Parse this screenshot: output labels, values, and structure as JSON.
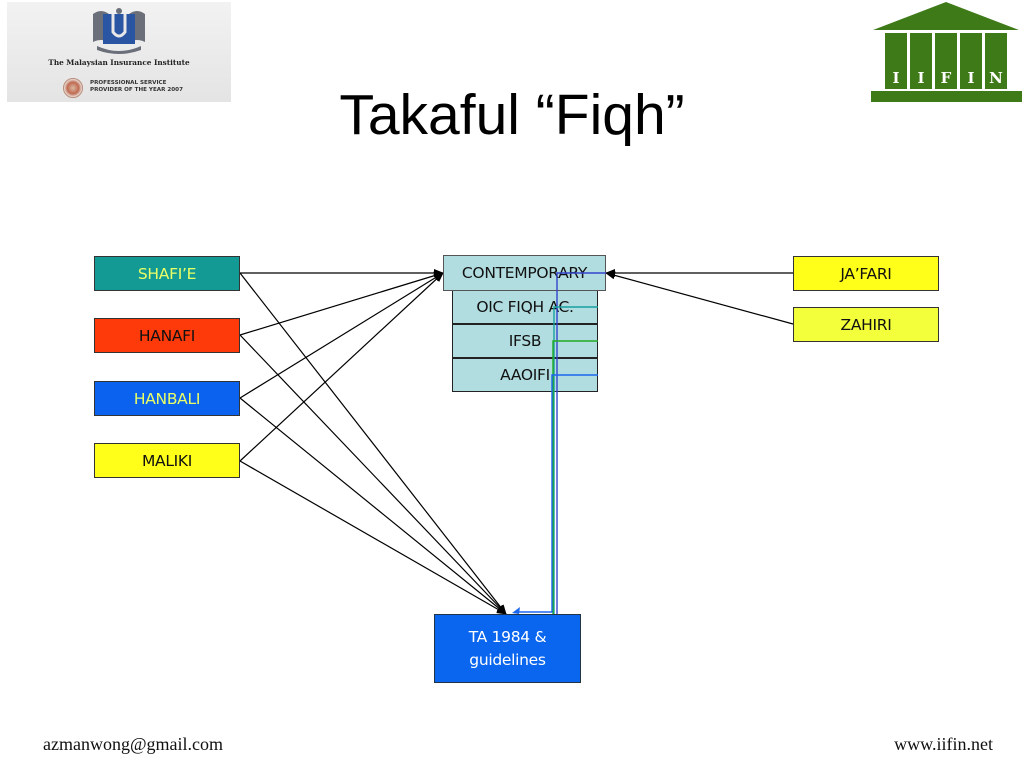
{
  "slide": {
    "title": "Takaful “Fiqh”"
  },
  "logos": {
    "left": {
      "institute_name": "The Malaysian Insurance Institute",
      "award_text": "PROFESSIONAL SERVICE\nPROVIDER OF THE YEAR 2007"
    },
    "right": {
      "letters": [
        "I",
        "I",
        "F",
        "I",
        "N"
      ],
      "color": "#3f7a18"
    }
  },
  "diagram": {
    "schools_left": [
      {
        "id": "shafie",
        "label": "SHAFI’E",
        "fill": "#139a95",
        "text_color": "#eaff66"
      },
      {
        "id": "hanafi",
        "label": "HANAFI",
        "fill": "#ff3a0a",
        "text_color": "#111111"
      },
      {
        "id": "hanbali",
        "label": "HANBALI",
        "fill": "#0a62ee",
        "text_color": "#eaff66"
      },
      {
        "id": "maliki",
        "label": "MALIKI",
        "fill": "#ffff1a",
        "text_color": "#111111"
      }
    ],
    "schools_right": [
      {
        "id": "jafari",
        "label": "JA’FARI",
        "fill": "#ffff1a"
      },
      {
        "id": "zahiri",
        "label": "ZAHIRI",
        "fill": "#f2ff3a"
      }
    ],
    "contemporary": {
      "label": "CONTEMPORARY",
      "fill": "#b2dde0",
      "bodies": [
        "OIC FIQH AC.",
        "IFSB",
        "AAOIFI"
      ]
    },
    "target": {
      "line1": "TA 1984 &",
      "line2": "guidelines",
      "fill": "#0a66ee"
    },
    "connections": [
      {
        "from": "shafie",
        "to": "contemporary"
      },
      {
        "from": "hanafi",
        "to": "contemporary"
      },
      {
        "from": "hanbali",
        "to": "contemporary"
      },
      {
        "from": "maliki",
        "to": "contemporary"
      },
      {
        "from": "shafie",
        "to": "ta"
      },
      {
        "from": "hanafi",
        "to": "ta"
      },
      {
        "from": "hanbali",
        "to": "ta"
      },
      {
        "from": "maliki",
        "to": "ta"
      },
      {
        "from": "jafari",
        "to": "contemporary"
      },
      {
        "from": "zahiri",
        "to": "contemporary"
      },
      {
        "from": "contemporary",
        "to": "ta",
        "color": "#3344cc"
      },
      {
        "from": "oic",
        "to": "ta",
        "color": "#18a0a0"
      },
      {
        "from": "ifsb",
        "to": "ta",
        "color": "#22aa22"
      },
      {
        "from": "aaoifi",
        "to": "ta",
        "color": "#1a66ee"
      }
    ]
  },
  "footer": {
    "email": "azmanwong@gmail.com",
    "website": "www.iifin.net"
  }
}
